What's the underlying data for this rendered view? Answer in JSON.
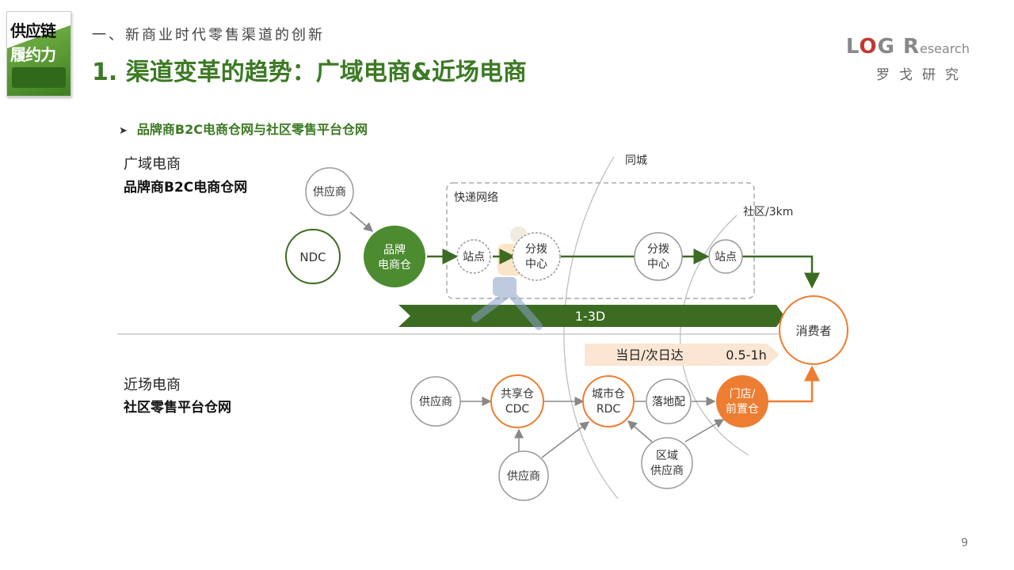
{
  "header": {
    "book_title_line1": "供应链",
    "book_title_line2": "履约力",
    "subtitle": "一、新商业时代零售渠道的创新",
    "title": "1. 渠道变革的趋势：广域电商&近场电商",
    "logo_main_l": "L",
    "logo_main_o": "O",
    "logo_main_g": "G",
    "logo_main_r": "R",
    "logo_main_rest": "esearch",
    "logo_sub": "罗戈研究"
  },
  "bullet": "品牌商B2C电商仓网与社区零售平台仓网",
  "sections": {
    "wide_label": "广域电商",
    "wide_bold": "品牌商B2C电商仓网",
    "near_label": "近场电商",
    "near_bold": "社区零售平台仓网"
  },
  "top": {
    "supplier": "供应商",
    "ndc": "NDC",
    "brand_wh_l1": "品牌",
    "brand_wh_l2": "电商仓",
    "express_network": "快递网络",
    "station1": "站点",
    "sort1_l1": "分拨",
    "sort1_l2": "中心",
    "sort2_l1": "分拨",
    "sort2_l2": "中心",
    "station2": "站点",
    "same_city": "同城",
    "community": "社区/3km",
    "consumer": "消费者",
    "band_1_3d": "1-3D"
  },
  "bottom": {
    "band_sameday": "当日/次日达",
    "band_hour": "0.5-1h",
    "supplier1": "供应商",
    "cdc_l1": "共享仓",
    "cdc_l2": "CDC",
    "rdc_l1": "城市仓",
    "rdc_l2": "RDC",
    "landing": "落地配",
    "store_l1": "门店/",
    "store_l2": "前置仓",
    "supplier2": "供应商",
    "region_sup_l1": "区域",
    "region_sup_l2": "供应商"
  },
  "colors": {
    "green_dark": "#3c6b22",
    "green_fill": "#4d8b31",
    "orange": "#ed7d31",
    "orange_light": "#fbe5d3",
    "gray_circle": "#999999"
  },
  "page_number": "9"
}
